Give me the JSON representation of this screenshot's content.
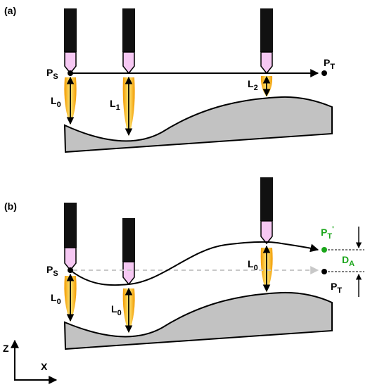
{
  "panel_a": {
    "tag": "(a)",
    "start_point": "P",
    "start_sub": "S",
    "target_point": "P",
    "target_sub": "T",
    "lengths": [
      {
        "base": "L",
        "sub": "0"
      },
      {
        "base": "L",
        "sub": "1"
      },
      {
        "base": "L",
        "sub": "2"
      }
    ]
  },
  "panel_b": {
    "tag": "(b)",
    "start_point": "P",
    "start_sub": "S",
    "target_point": "P",
    "target_sub": "T",
    "new_target_point": "P",
    "new_target_sub": "T",
    "new_target_prime": "'",
    "deviation": "D",
    "deviation_sub": "A",
    "lengths": [
      {
        "base": "L",
        "sub": "0"
      },
      {
        "base": "L",
        "sub": "0"
      },
      {
        "base": "L",
        "sub": "0"
      }
    ]
  },
  "axes": {
    "vertical": "Z",
    "horizontal": "X"
  },
  "colors": {
    "torch_body": "#111111",
    "nozzle": "#f6c8f3",
    "flame_outer": "#f5a000",
    "flame_inner": "#ffe97a",
    "surface": "#c2c2c2",
    "accent_green": "#1aa51a",
    "dashed_path": "#c8c8c8"
  }
}
